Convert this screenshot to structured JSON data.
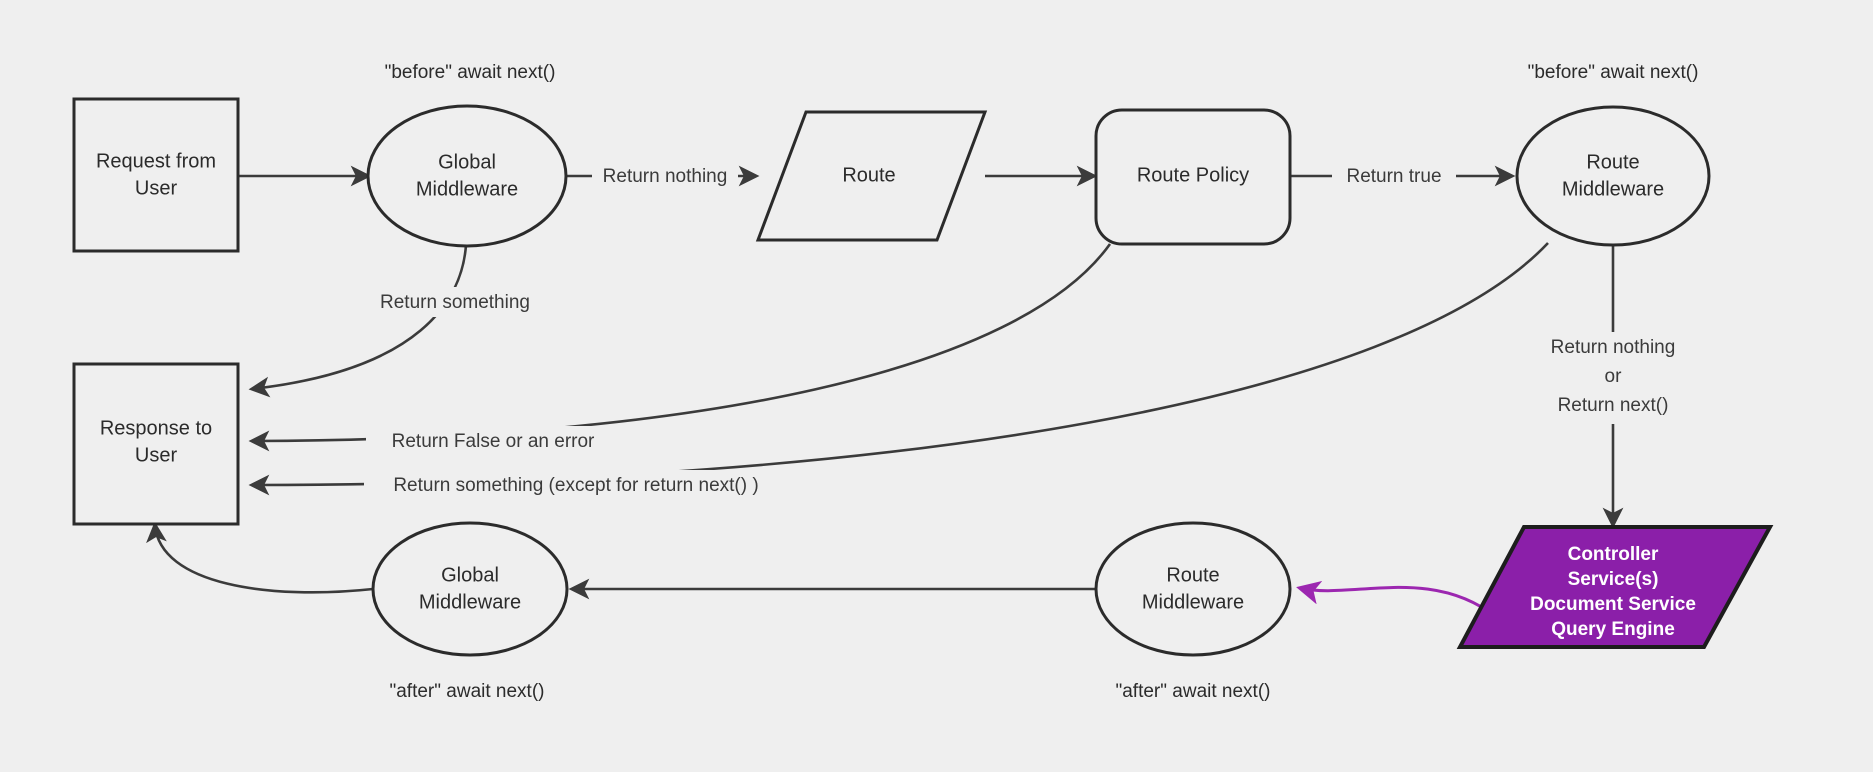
{
  "diagram": {
    "title": "Middleware request lifecycle flowchart",
    "background_color": "#efefef",
    "stroke_color": "#2b2b2b",
    "accent_color": "#8B1FA9",
    "accent_arrow_color": "#9c27b0"
  },
  "nodes": {
    "request": {
      "label_line1": "Request from",
      "label_line2": "User",
      "shape": "rectangle"
    },
    "global_mw_top": {
      "label_line1": "Global",
      "label_line2": "Middleware",
      "shape": "ellipse"
    },
    "route": {
      "label": "Route",
      "shape": "parallelogram"
    },
    "route_policy": {
      "label": "Route Policy",
      "shape": "rounded-rectangle"
    },
    "route_mw_top": {
      "label_line1": "Route",
      "label_line2": "Middleware",
      "shape": "ellipse"
    },
    "response": {
      "label_line1": "Response to",
      "label_line2": "User",
      "shape": "rectangle"
    },
    "global_mw_bottom": {
      "label_line1": "Global",
      "label_line2": "Middleware",
      "shape": "ellipse"
    },
    "route_mw_bottom": {
      "label_line1": "Route",
      "label_line2": "Middleware",
      "shape": "ellipse"
    },
    "controller": {
      "shape": "parallelogram",
      "line1": "Controller",
      "line2": "Service(s)",
      "line3": "Document Service",
      "line4": "Query Engine"
    }
  },
  "annotations": {
    "before_global": "\"before\" await next()",
    "before_route": "\"before\" await next()",
    "after_global": "\"after\" await next()",
    "after_route": "\"after\" await next()"
  },
  "edges": {
    "request_to_global": {
      "label": ""
    },
    "global_to_route": {
      "label": "Return nothing"
    },
    "route_to_policy": {
      "label": ""
    },
    "policy_to_route_mw": {
      "label": "Return true"
    },
    "global_to_response": {
      "label": "Return something"
    },
    "policy_to_response": {
      "label": "Return False or an error"
    },
    "route_mw_to_response": {
      "label": "Return something (except for return next() )"
    },
    "route_mw_to_controller": {
      "label_line1": "Return nothing",
      "label_line2": "or",
      "label_line3": "Return next()"
    },
    "controller_to_route_mw_bottom": {
      "label": ""
    },
    "route_mw_bottom_to_global_mw_bottom": {
      "label": ""
    },
    "global_mw_bottom_to_response": {
      "label": ""
    }
  }
}
